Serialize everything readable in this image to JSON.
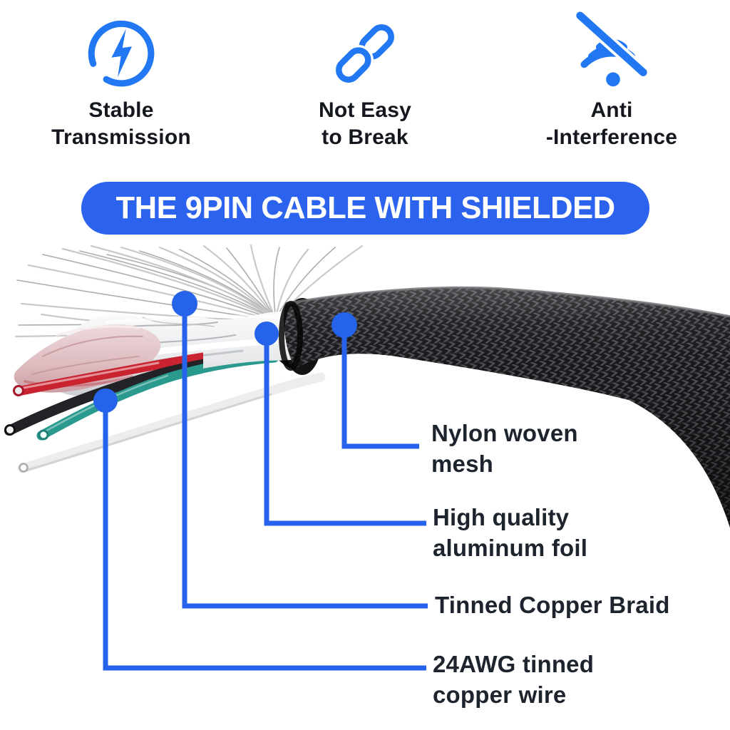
{
  "features": [
    {
      "icon": "lightning-circle-icon",
      "line1": "Stable",
      "line2": "Transmission"
    },
    {
      "icon": "chain-link-icon",
      "line1": "Not Easy",
      "line2": "to Break"
    },
    {
      "icon": "wifi-off-icon",
      "line1": "Anti",
      "line2": "-Interference"
    }
  ],
  "banner": {
    "text": "THE 9PIN CABLE WITH SHIELDED"
  },
  "callouts": [
    {
      "line1": "Nylon woven",
      "line2": "mesh"
    },
    {
      "line1": "High quality",
      "line2": "aluminum foil"
    },
    {
      "line1": "Tinned Copper Braid",
      "line2": ""
    },
    {
      "line1": "24AWG tinned",
      "line2": "copper wire"
    }
  ],
  "colors": {
    "icon_blue": "#2277f3",
    "banner_blue": "#2b63ee",
    "callout_blue": "#2563eb",
    "text_dark": "#1d242e",
    "wire_red": "#c92330",
    "wire_teal": "#2b9a8e",
    "sleeve_black": "#18181a"
  }
}
